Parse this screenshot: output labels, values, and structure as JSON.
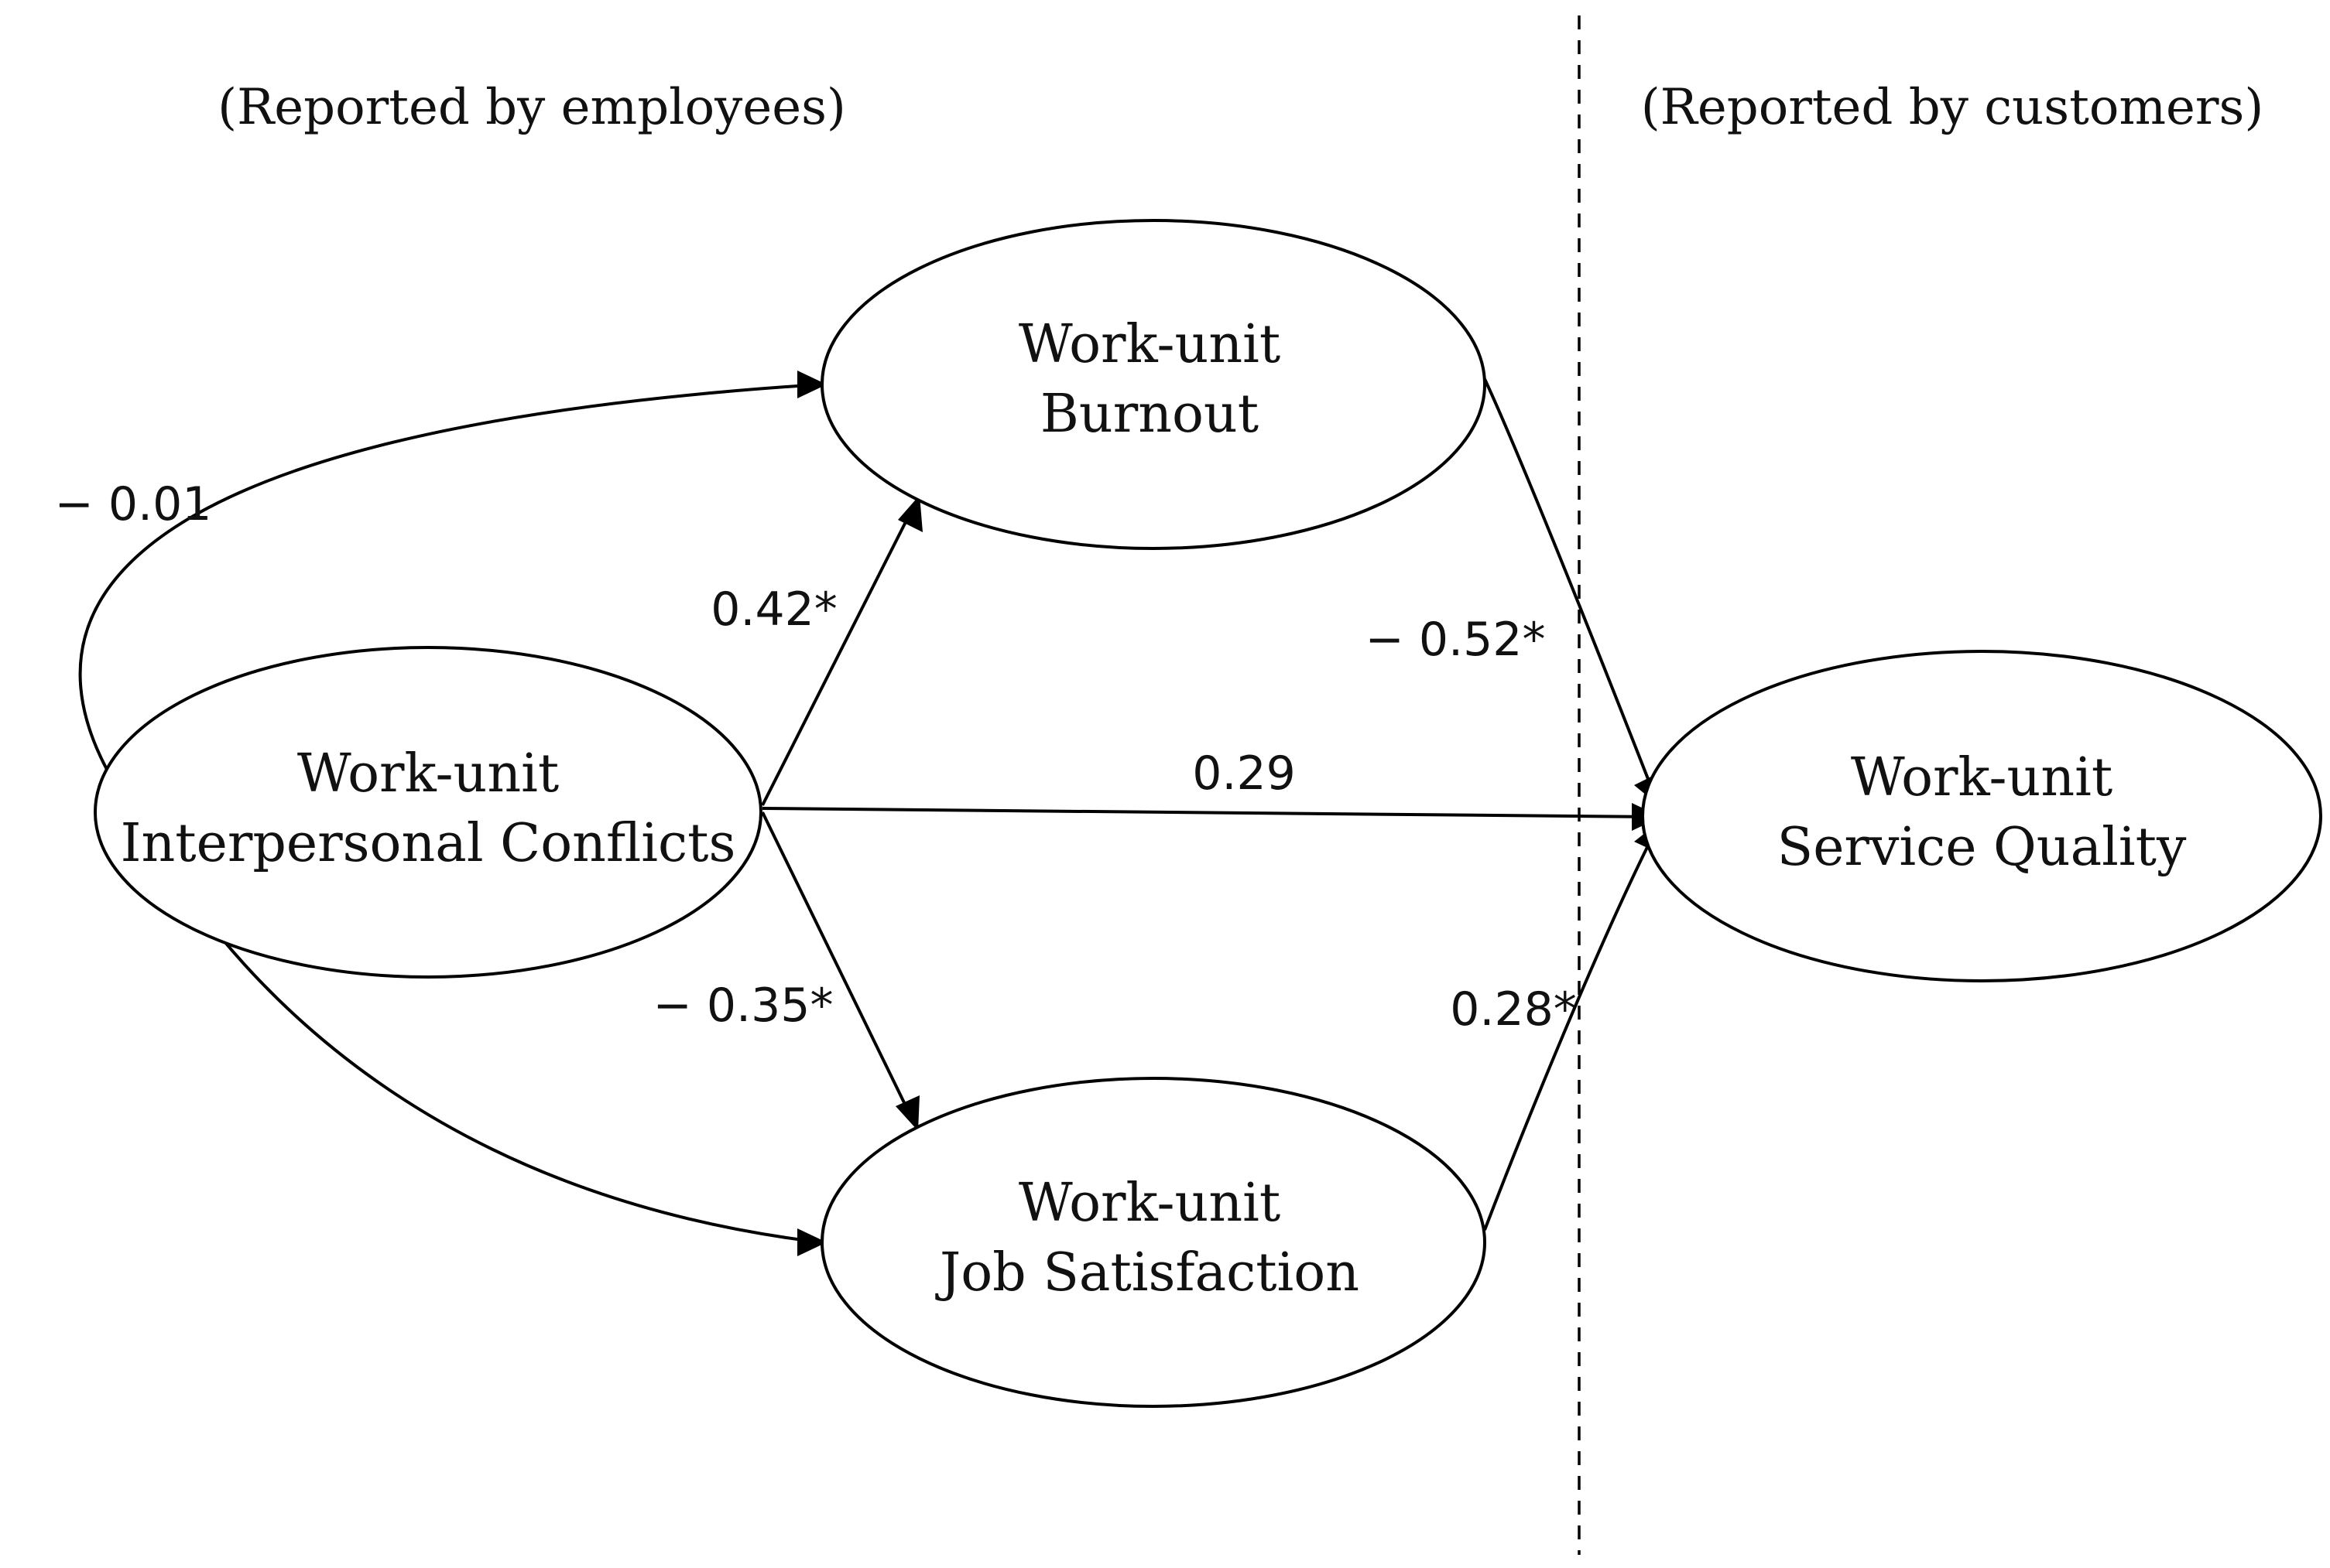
{
  "sections": {
    "left_label": "(Reported by employees)",
    "right_label": "(Reported by customers)"
  },
  "nodes": {
    "conflicts": {
      "line1": "Work-unit",
      "line2": "Interpersonal Conflicts"
    },
    "burnout": {
      "line1": "Work-unit",
      "line2": "Burnout"
    },
    "satisfaction": {
      "line1": "Work-unit",
      "line2": "Job Satisfaction"
    },
    "quality": {
      "line1": "Work-unit",
      "line2": "Service Quality"
    }
  },
  "paths": {
    "correlation": "− 0.01",
    "conflicts_to_burnout": "0.42*",
    "conflicts_to_satisfaction": "− 0.35*",
    "conflicts_to_quality": "0.29",
    "burnout_to_quality": "− 0.52*",
    "satisfaction_to_quality": "0.28*"
  }
}
